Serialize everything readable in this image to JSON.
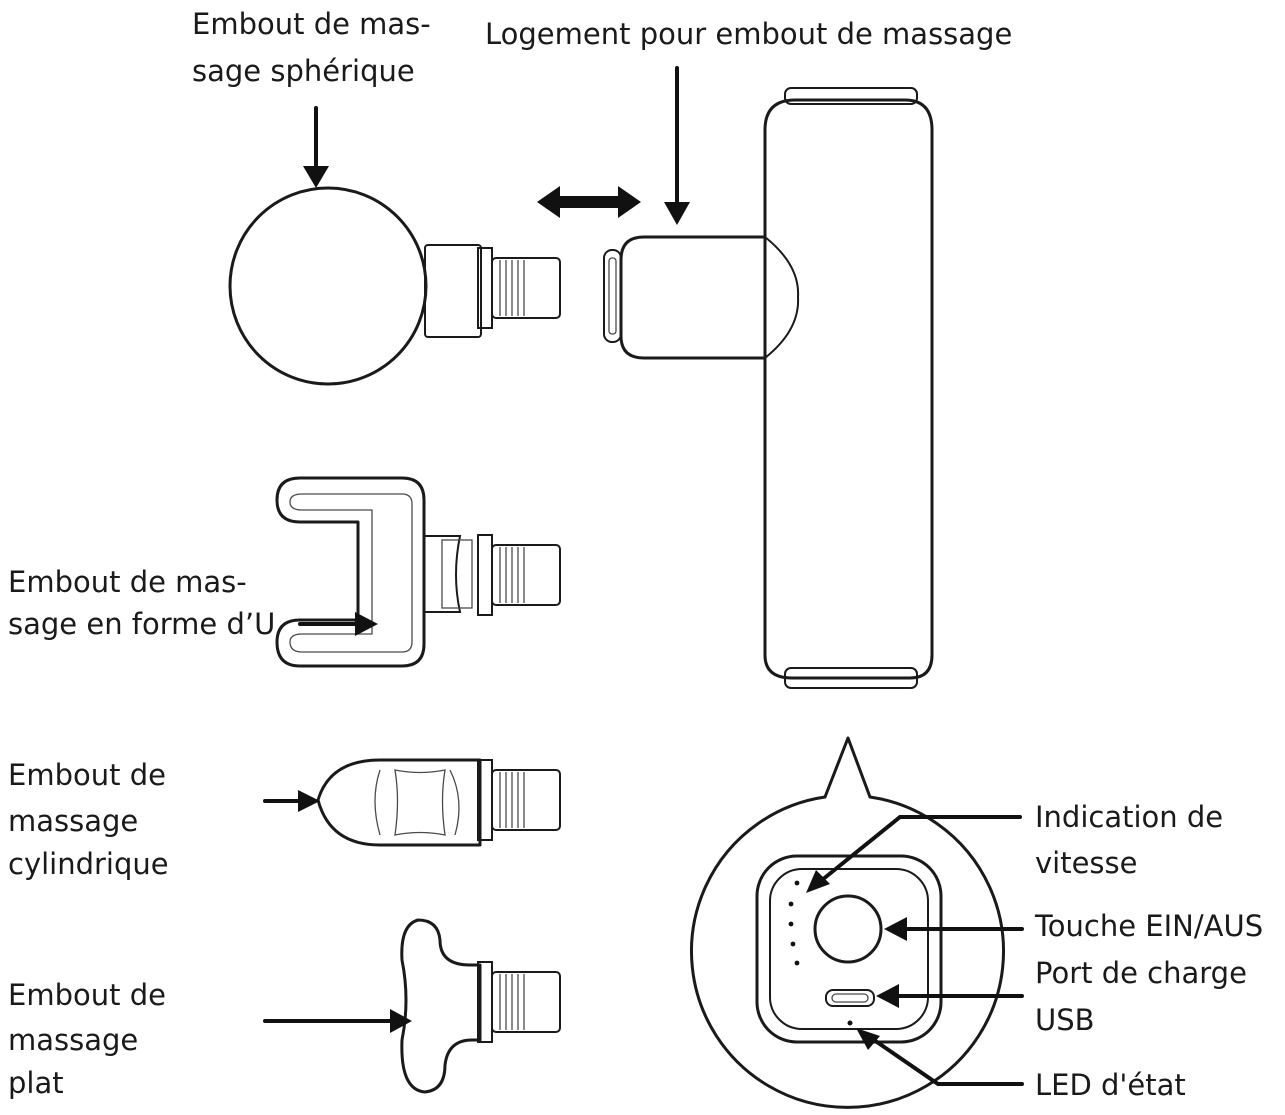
{
  "labels": {
    "spherical": [
      "Embout de mas-",
      "sage sphérique"
    ],
    "slot": "Logement pour embout de massage",
    "u_shape": [
      "Embout de mas-",
      "sage en forme d’U"
    ],
    "cylindrical": [
      "Embout de",
      "massage",
      "cylindrique"
    ],
    "flat": [
      "Embout de",
      "massage",
      "plat"
    ],
    "speed": [
      "Indication de",
      "vitesse"
    ],
    "power": "Touche EIN/AUS",
    "usb": [
      "Port de charge",
      "USB"
    ],
    "led": "LED d'état"
  }
}
